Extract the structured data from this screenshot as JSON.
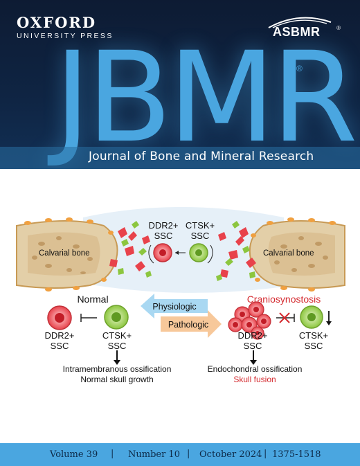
{
  "publisher": {
    "name": "OXFORD",
    "sub": "UNIVERSITY PRESS"
  },
  "society": {
    "name": "ASBMR",
    "reg": "®"
  },
  "journal": {
    "abbrev": "JBMR",
    "reg": "®",
    "full": "Journal of Bone and Mineral Research"
  },
  "figure": {
    "bone_left": "Calvarial bone",
    "bone_right": "Calvarial bone",
    "ddr2_top_1": "DDR2+",
    "ddr2_top_2": "SSC",
    "ctsk_top_1": "CTSK+",
    "ctsk_top_2": "SSC",
    "normal": "Normal",
    "cranio": "Craniosynostosis",
    "physiologic": "Physiologic",
    "pathologic": "Pathologic",
    "left_ddr2_1": "DDR2+",
    "left_ddr2_2": "SSC",
    "left_ctsk_1": "CTSK+",
    "left_ctsk_2": "SSC",
    "right_ddr2_1": "DDR2+",
    "right_ddr2_2": "SSC",
    "right_ctsk_1": "CTSK+",
    "right_ctsk_2": "SSC",
    "left_out_1": "Intramembranous ossification",
    "left_out_2": "Normal skull growth",
    "right_out_1": "Endochondral ossification",
    "right_out_2": "Skull fusion",
    "colors": {
      "red_cell": "#e8424b",
      "green_cell": "#8cc63f",
      "cranio_red": "#d42a2f",
      "physio_blue": "#a9d8f2",
      "patho_orange": "#f7c89a",
      "bone": "#e3cfa8"
    }
  },
  "footer": {
    "volume": "Volume 39",
    "number": "Number 10",
    "date": "October 2024",
    "pages": "1375-1518",
    "sep": "|"
  }
}
